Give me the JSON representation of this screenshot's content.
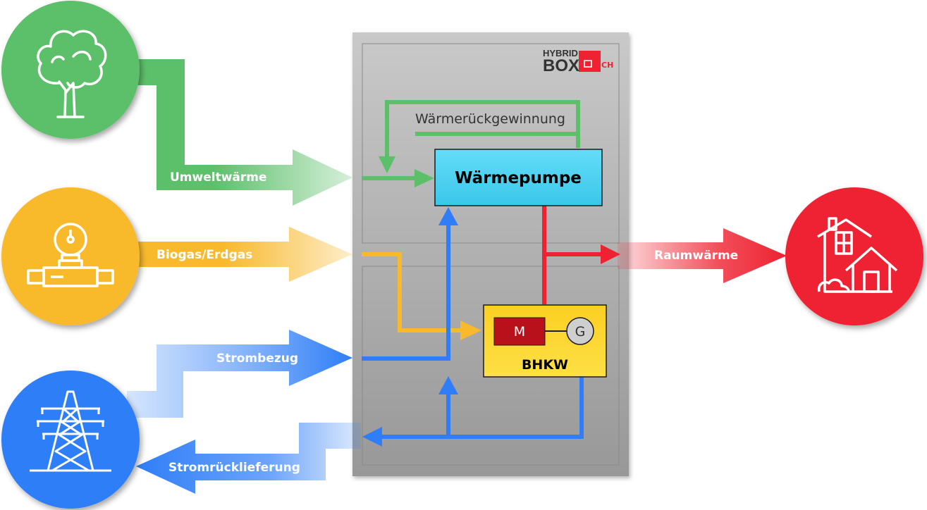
{
  "logo": {
    "line1": "HYBRID",
    "line2": "BOX",
    "suffix": "CH"
  },
  "inputs": {
    "umwelt_label": "Umweltwärme",
    "gas_label": "Biogas/Erdgas",
    "strombezug_label": "Strombezug"
  },
  "outputs": {
    "raumwaerme_label": "Raumwärme",
    "stromrueck_label": "Stromrücklieferung"
  },
  "box": {
    "waermerueck_label": "Wärmerückgewinnung",
    "waermepumpe_label": "Wärmepumpe",
    "bhkw_label": "BHKW",
    "motor_label": "M",
    "generator_label": "G"
  },
  "icons": {
    "environment": "tree-icon",
    "gas": "gas-meter-icon",
    "grid": "power-tower-icon",
    "house": "house-icon"
  },
  "colors": {
    "green": "#5cbf6a",
    "yellow": "#f8b92c",
    "blue": "#2f7ef7",
    "red": "#ee2231",
    "cyan": "#4fd3f2",
    "bhkw_yellow": "#fbd532",
    "motor_red": "#b8111b"
  }
}
